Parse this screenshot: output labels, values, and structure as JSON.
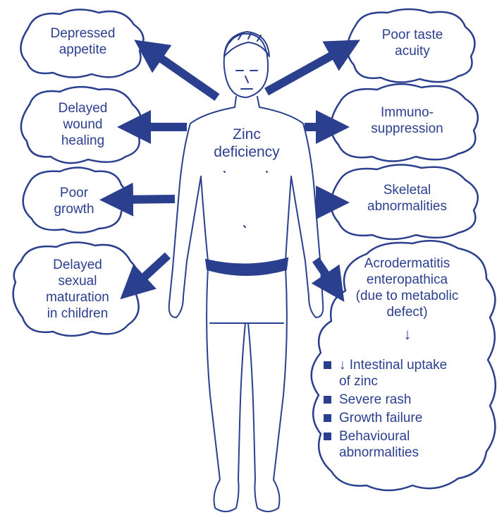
{
  "center_label": "Zinc\ndeficiency",
  "effects_left": [
    {
      "label": "Depressed\nappetite"
    },
    {
      "label": "Delayed\nwound\nhealing"
    },
    {
      "label": "Poor\ngrowth"
    },
    {
      "label": "Delayed\nsexual\nmaturation\nin children"
    }
  ],
  "effects_right": [
    {
      "label": "Poor taste\nacuity"
    },
    {
      "label": "Immuno-\nsuppression"
    },
    {
      "label": "Skeletal\nabnormalities"
    }
  ],
  "acrodermatitis": {
    "label": "Acrodermatitis\nenteropathica\n(due to metabolic\ndefect)",
    "arrow": "↓",
    "items": [
      "↓ Intestinal uptake\nof zinc",
      "Severe rash",
      "Growth failure",
      "Behavioural\nabnormalities"
    ]
  },
  "colors": {
    "ink": "#2b3f8f",
    "background": "#ffffff"
  }
}
